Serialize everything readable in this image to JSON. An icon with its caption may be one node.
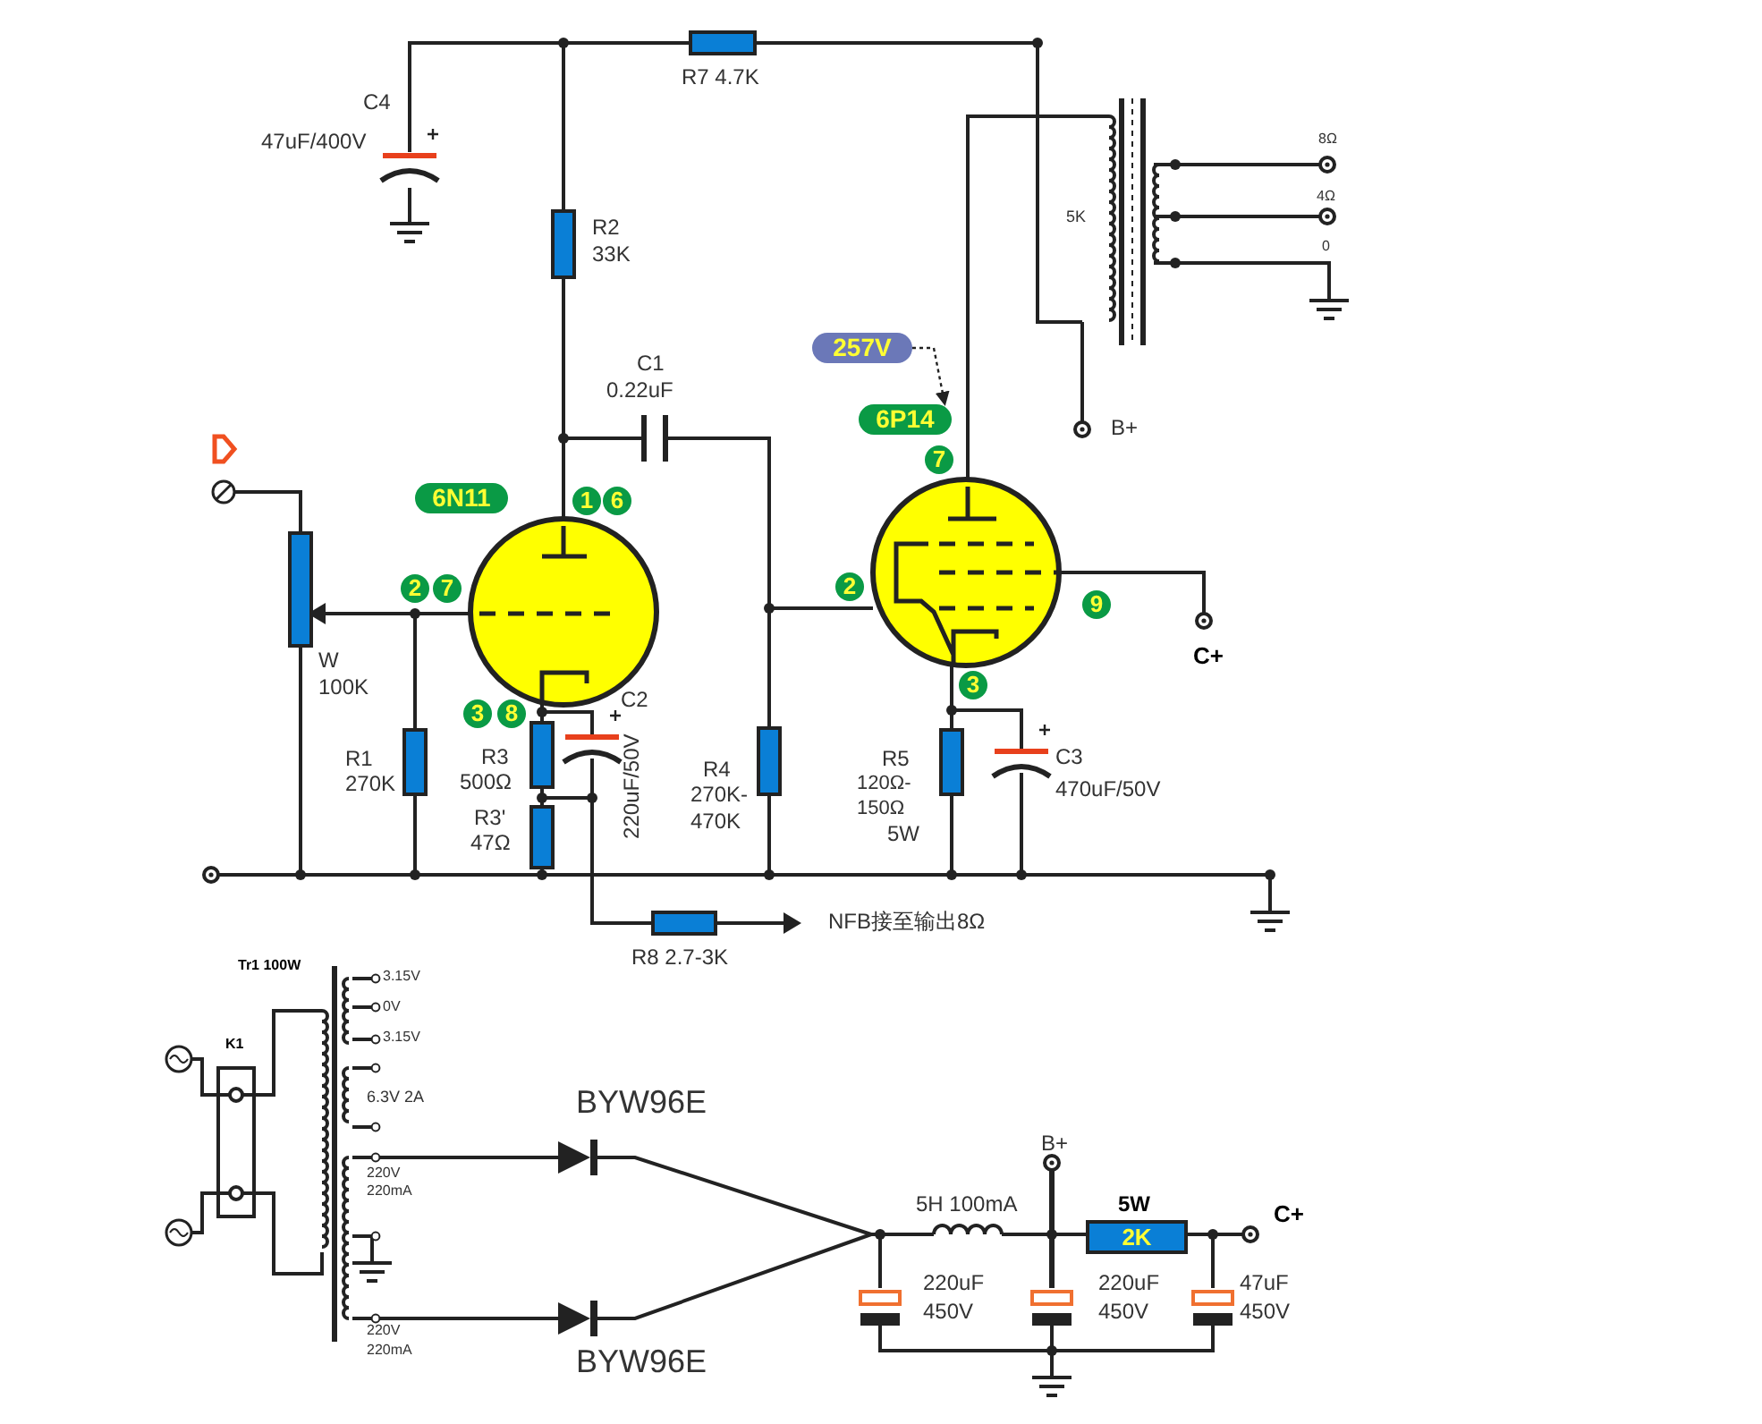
{
  "diagram": {
    "nodes": [
      {
        "text": [
          "257V"
        ]
      },
      {
        "text": [
          "6P14"
        ]
      },
      {
        "text": [
          "7"
        ]
      },
      {
        "text": [
          "6N11"
        ]
      },
      {
        "text": [
          "1"
        ]
      },
      {
        "text": [
          "6"
        ]
      },
      {
        "text": [
          "2"
        ]
      },
      {
        "text": [
          "7"
        ]
      },
      {
        "text": [
          "2"
        ]
      },
      {
        "text": [
          "9"
        ]
      },
      {
        "text": [
          "3"
        ]
      },
      {
        "text": [
          "3"
        ]
      },
      {
        "text": [
          "8"
        ]
      },
      {
        "text": [
          "2K"
        ],
        "beside": [
          "5W"
        ]
      }
    ],
    "edges": [
      {
        "from": 0,
        "to": 1,
        "arrow": "to",
        "style": "dashed"
      }
    ],
    "labels": [
      "C4",
      "47uF/400V",
      "R7 4.7K",
      "8Ω",
      "4Ω",
      "0",
      "5K",
      "R2",
      "33K",
      "C1",
      "0.22uF",
      "B+",
      "C+",
      "W",
      "100K",
      "C2",
      "R1",
      "270K",
      "R3",
      "500Ω",
      "R4",
      "270K-",
      "470K",
      "R5",
      "120Ω-",
      "150Ω",
      "5W",
      "C3",
      "470uF/50V",
      "R3'",
      "47Ω",
      "220uF/50V",
      "NFB接至输出8Ω",
      "R8 2.7-3K",
      "Tr1 100W",
      "3.15V",
      "0V",
      "3.15V",
      "K1",
      "6.3V 2A",
      "BYW96E",
      "B+",
      "5H 100mA",
      "C+",
      "220V",
      "220mA",
      "220uF",
      "450V",
      "220uF",
      "450V",
      "47uF",
      "450V",
      "220V",
      "220mA",
      "BYW96E"
    ]
  }
}
